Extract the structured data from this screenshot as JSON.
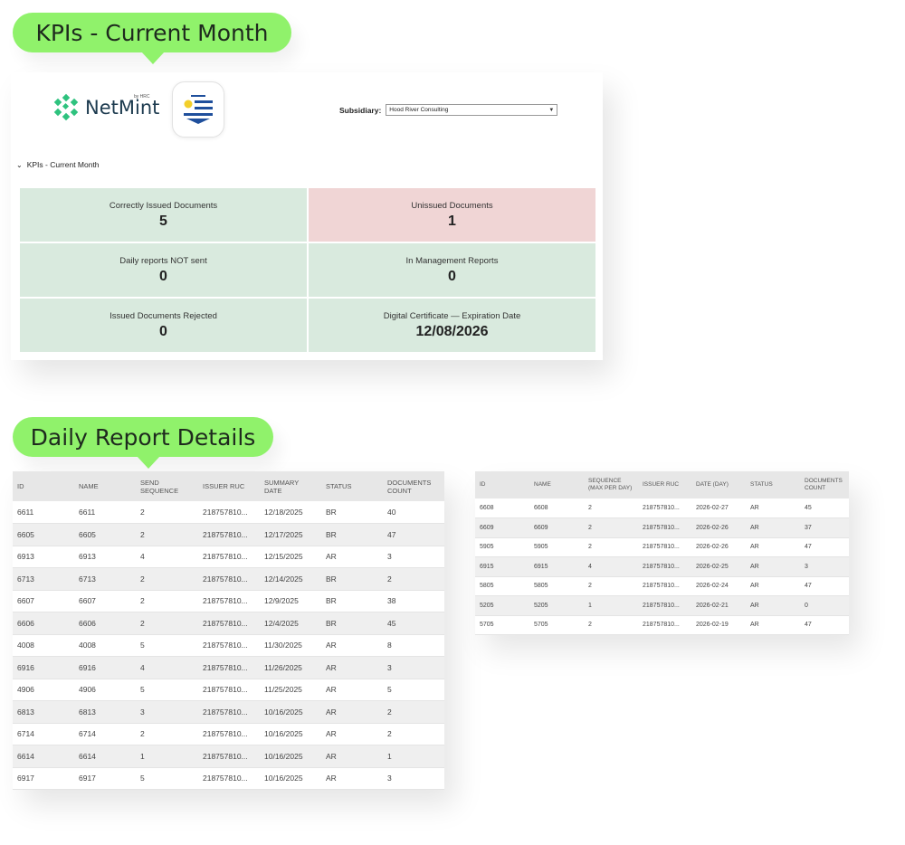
{
  "callouts": {
    "kpi": "KPIs - Current Month",
    "daily": "Daily Report Details"
  },
  "brand": {
    "name": "NetMint",
    "sub": "by HRC",
    "colors": {
      "mint": "#2ec27e",
      "navy": "#1d3b4f",
      "callout": "#90f26b"
    }
  },
  "flag_icon": "uruguay-flag-icon",
  "subsidiary": {
    "label": "Subsidiary:",
    "value": "Hood River Consulting"
  },
  "section": {
    "title": "KPIs - Current Month"
  },
  "kpis": [
    {
      "label": "Correctly Issued Documents",
      "value": "5",
      "status": "good"
    },
    {
      "label": "Unissued Documents",
      "value": "1",
      "status": "bad"
    },
    {
      "label": "Daily reports NOT sent",
      "value": "0",
      "status": "good"
    },
    {
      "label": "In Management Reports",
      "value": "0",
      "status": "good"
    },
    {
      "label": "Issued Documents Rejected",
      "value": "0",
      "status": "good"
    },
    {
      "label": "Digital Certificate — Expiration Date",
      "value": "12/08/2026",
      "status": "good"
    }
  ],
  "table_left": {
    "columns": [
      "ID",
      "NAME",
      "SEND SEQUENCE",
      "ISSUER RUC",
      "SUMMARY DATE",
      "STATUS",
      "DOCUMENTS COUNT"
    ],
    "rows": [
      [
        "6611",
        "6611",
        "2",
        "218757810...",
        "12/18/2025",
        "BR",
        "40"
      ],
      [
        "6605",
        "6605",
        "2",
        "218757810...",
        "12/17/2025",
        "BR",
        "47"
      ],
      [
        "6913",
        "6913",
        "4",
        "218757810...",
        "12/15/2025",
        "AR",
        "3"
      ],
      [
        "6713",
        "6713",
        "2",
        "218757810...",
        "12/14/2025",
        "BR",
        "2"
      ],
      [
        "6607",
        "6607",
        "2",
        "218757810...",
        "12/9/2025",
        "BR",
        "38"
      ],
      [
        "6606",
        "6606",
        "2",
        "218757810...",
        "12/4/2025",
        "BR",
        "45"
      ],
      [
        "4008",
        "4008",
        "5",
        "218757810...",
        "11/30/2025",
        "AR",
        "8"
      ],
      [
        "6916",
        "6916",
        "4",
        "218757810...",
        "11/26/2025",
        "AR",
        "3"
      ],
      [
        "4906",
        "4906",
        "5",
        "218757810...",
        "11/25/2025",
        "AR",
        "5"
      ],
      [
        "6813",
        "6813",
        "3",
        "218757810...",
        "10/16/2025",
        "AR",
        "2"
      ],
      [
        "6714",
        "6714",
        "2",
        "218757810...",
        "10/16/2025",
        "AR",
        "2"
      ],
      [
        "6614",
        "6614",
        "1",
        "218757810...",
        "10/16/2025",
        "AR",
        "1"
      ],
      [
        "6917",
        "6917",
        "5",
        "218757810...",
        "10/16/2025",
        "AR",
        "3"
      ]
    ]
  },
  "table_right": {
    "columns": [
      "ID",
      "NAME",
      "SEQUENCE (MAX PER DAY)",
      "ISSUER RUC",
      "DATE (DAY)",
      "STATUS",
      "DOCUMENTS COUNT"
    ],
    "rows": [
      [
        "6608",
        "6608",
        "2",
        "218757810...",
        "2026-02-27",
        "AR",
        "45"
      ],
      [
        "6609",
        "6609",
        "2",
        "218757810...",
        "2026-02-26",
        "AR",
        "37"
      ],
      [
        "5905",
        "5905",
        "2",
        "218757810...",
        "2026-02-26",
        "AR",
        "47"
      ],
      [
        "6915",
        "6915",
        "4",
        "218757810...",
        "2026-02-25",
        "AR",
        "3"
      ],
      [
        "5805",
        "5805",
        "2",
        "218757810...",
        "2026-02-24",
        "AR",
        "47"
      ],
      [
        "5205",
        "5205",
        "1",
        "218757810...",
        "2026-02-21",
        "AR",
        "0"
      ],
      [
        "5705",
        "5705",
        "2",
        "218757810...",
        "2026-02-19",
        "AR",
        "47"
      ]
    ]
  }
}
